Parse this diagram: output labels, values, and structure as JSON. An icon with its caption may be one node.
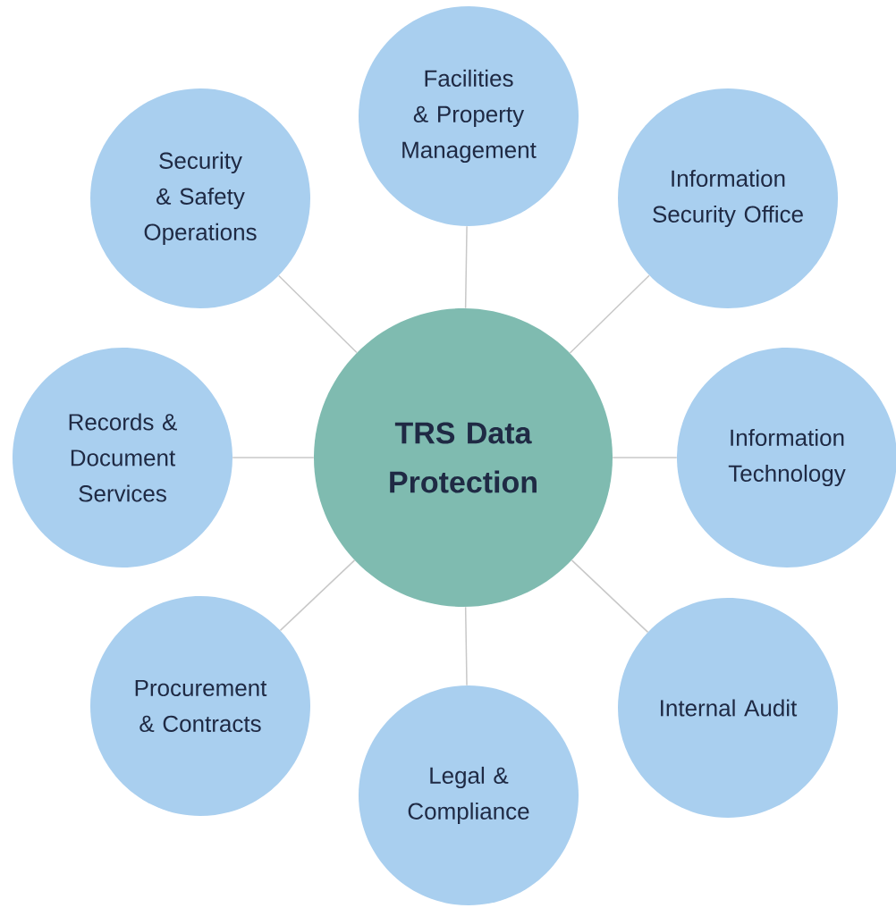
{
  "diagram": {
    "nodes": [
      {
        "text": [
          "TRS Data Protection"
        ]
      },
      {
        "text": [
          "Facilities & Property Management"
        ]
      },
      {
        "text": [
          "Information Security Office"
        ]
      },
      {
        "text": [
          "Information Technology"
        ]
      },
      {
        "text": [
          "Internal Audit"
        ]
      },
      {
        "text": [
          "Legal & Compliance"
        ]
      },
      {
        "text": [
          "Procurement & Contracts"
        ]
      },
      {
        "text": [
          "Records & Document Services"
        ]
      },
      {
        "text": [
          "Security & Safety Operations"
        ]
      }
    ],
    "edges": [
      {
        "from": 0,
        "to": 1,
        "arrow": "none"
      },
      {
        "from": 0,
        "to": 2,
        "arrow": "none"
      },
      {
        "from": 0,
        "to": 3,
        "arrow": "none"
      },
      {
        "from": 0,
        "to": 4,
        "arrow": "none"
      },
      {
        "from": 0,
        "to": 5,
        "arrow": "none"
      },
      {
        "from": 0,
        "to": 6,
        "arrow": "none"
      },
      {
        "from": 0,
        "to": 7,
        "arrow": "none"
      },
      {
        "from": 0,
        "to": 8,
        "arrow": "none"
      }
    ]
  }
}
